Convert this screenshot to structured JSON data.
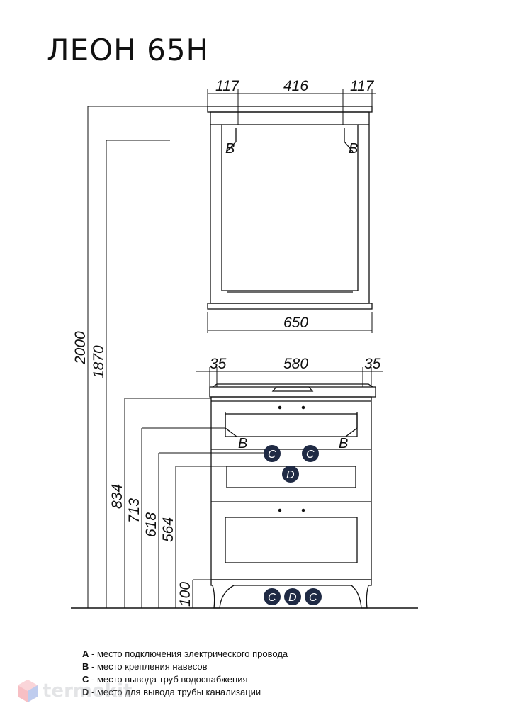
{
  "title": "ЛЕОН 65Н",
  "mirror": {
    "dim_left": "117",
    "dim_center": "416",
    "dim_right": "117",
    "dim_width": "650"
  },
  "cabinet": {
    "dim_left": "35",
    "dim_center": "580",
    "dim_right": "35"
  },
  "heights": [
    "2000",
    "1870",
    "834",
    "713",
    "618",
    "564",
    "100"
  ],
  "markers": {
    "B": "B",
    "C": "C",
    "D": "D"
  },
  "legend": [
    {
      "key": "A",
      "text": " - место подключения электрического провода"
    },
    {
      "key": "B",
      "text": " - место крепления навесов"
    },
    {
      "key": "C",
      "text": " - место вывода труб водоснабжения"
    },
    {
      "key": "D",
      "text": " - место для вывода трубы канализации"
    }
  ],
  "watermark": {
    "text": "termokit",
    "icon": "hexagon-logo-icon"
  },
  "colors": {
    "marker_fill": "#1f2a44",
    "line": "#111111"
  }
}
